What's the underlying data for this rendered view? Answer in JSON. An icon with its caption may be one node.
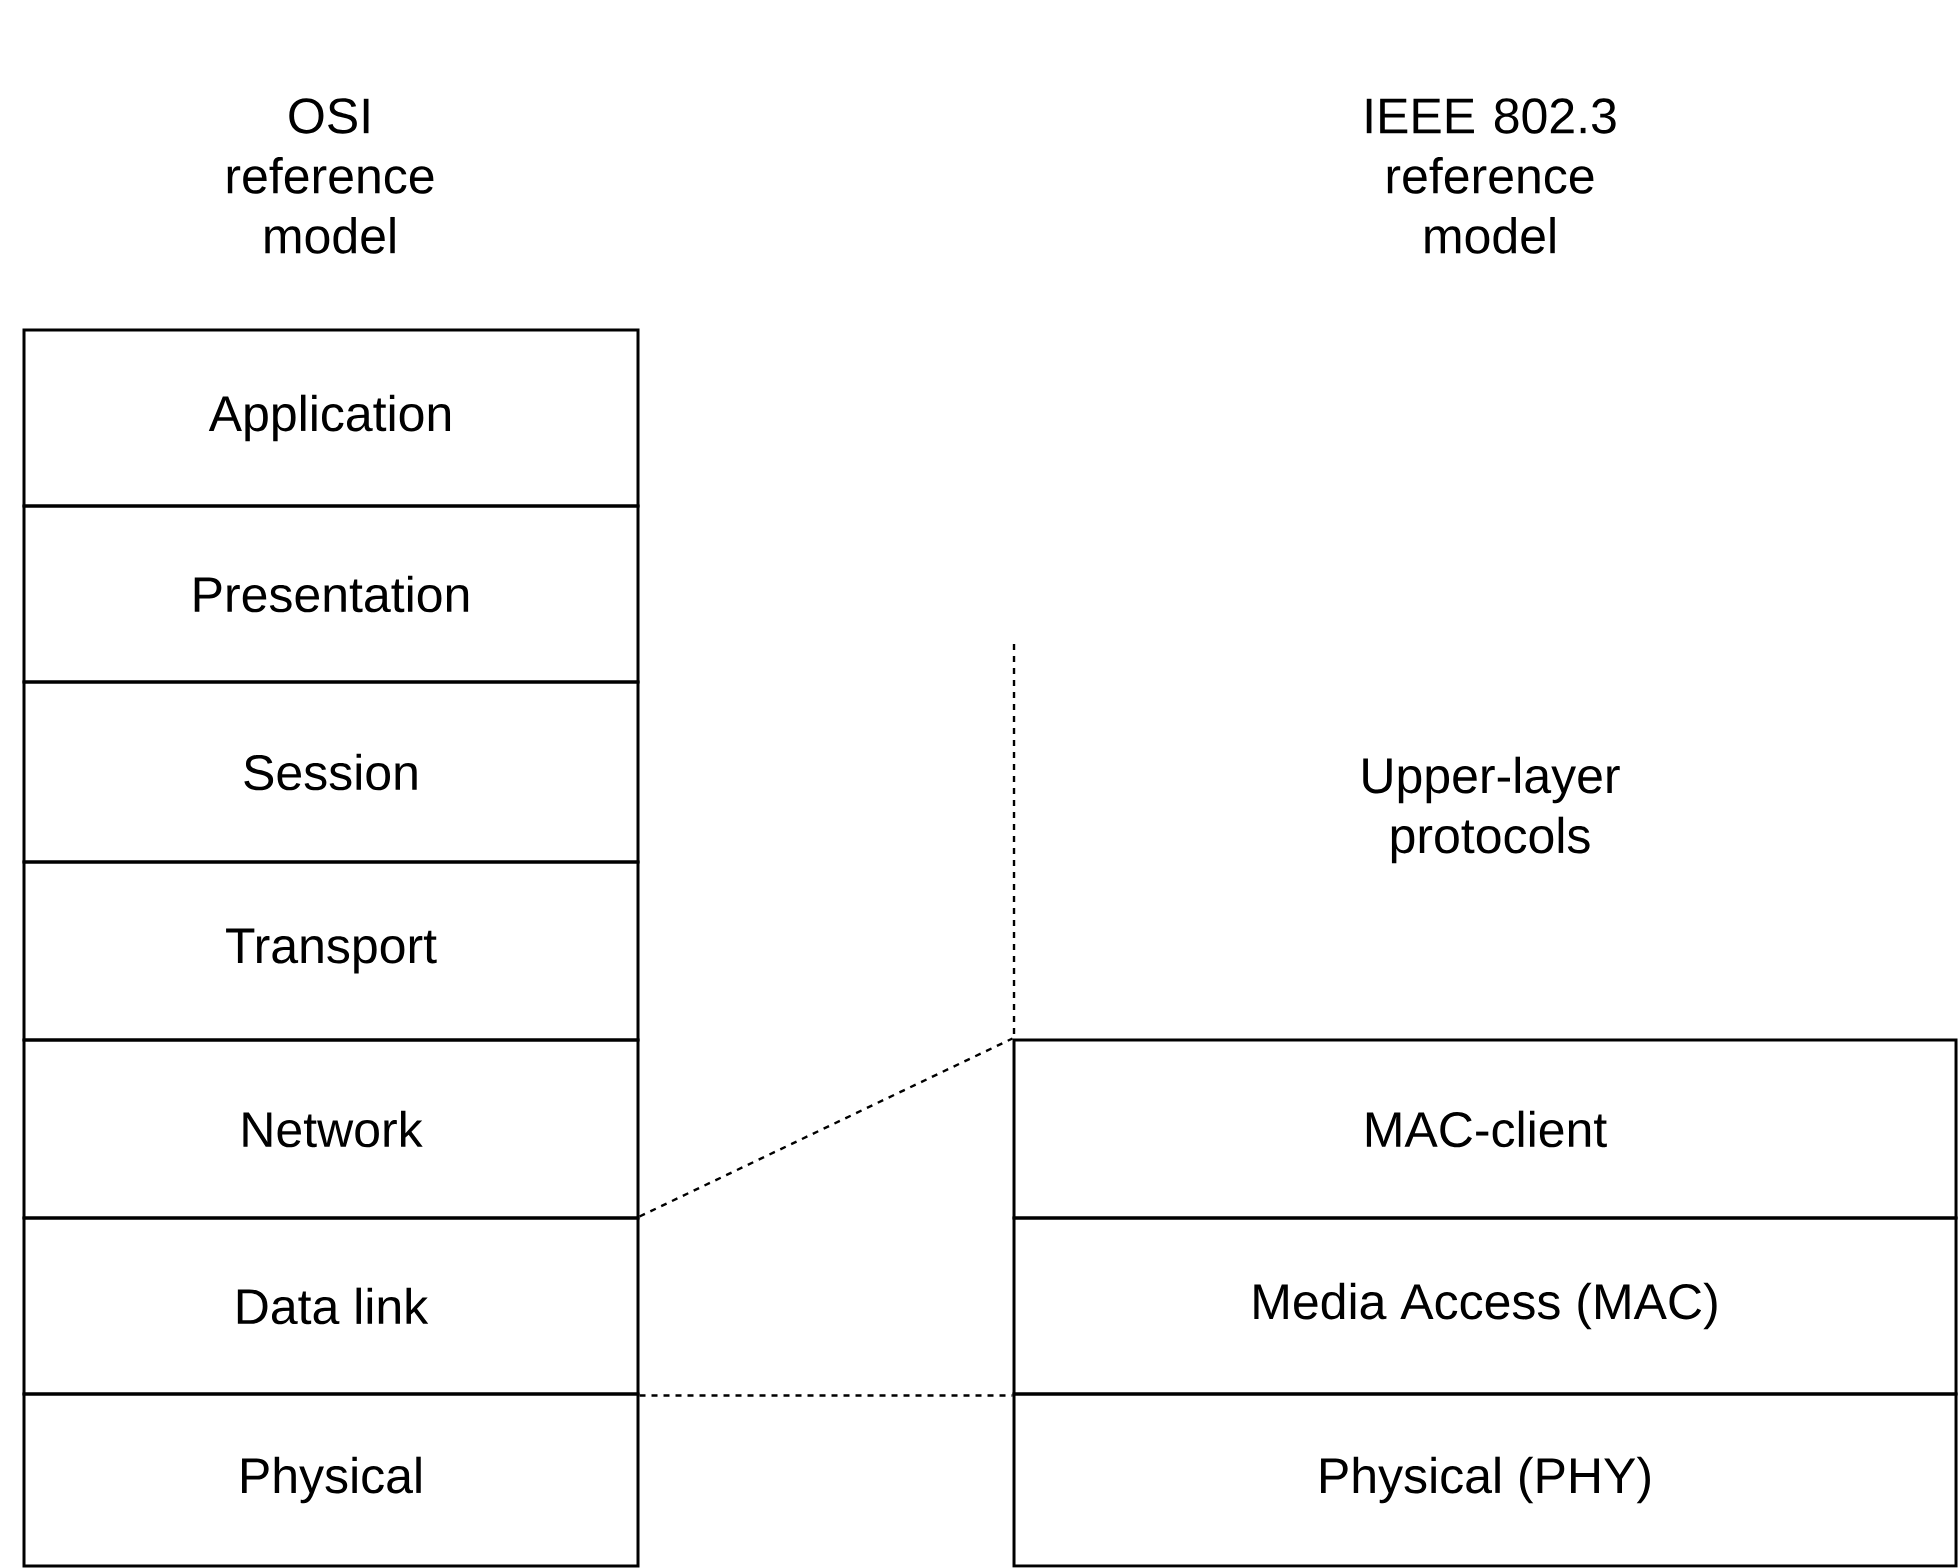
{
  "diagram": {
    "nodes": [
      {
        "text": [
          "Application"
        ]
      },
      {
        "text": [
          "Presentation"
        ]
      },
      {
        "text": [
          "Session"
        ]
      },
      {
        "text": [
          "Transport"
        ]
      },
      {
        "text": [
          "Network"
        ]
      },
      {
        "text": [
          "Data link"
        ]
      },
      {
        "text": [
          "Physical"
        ]
      },
      {
        "text": [
          "MAC-client"
        ]
      },
      {
        "text": [
          "Media Access (MAC)"
        ]
      },
      {
        "text": [
          "Physical (PHY)"
        ]
      }
    ],
    "edges": [
      {
        "from": 5,
        "to": 7,
        "arrow": "none",
        "style": "dashed"
      },
      {
        "from": 5,
        "to": 8,
        "arrow": "none",
        "style": "dashed"
      }
    ],
    "labels": [
      "OSI reference model",
      "IEEE 802.3 reference model",
      "Upper-layer protocols"
    ]
  }
}
